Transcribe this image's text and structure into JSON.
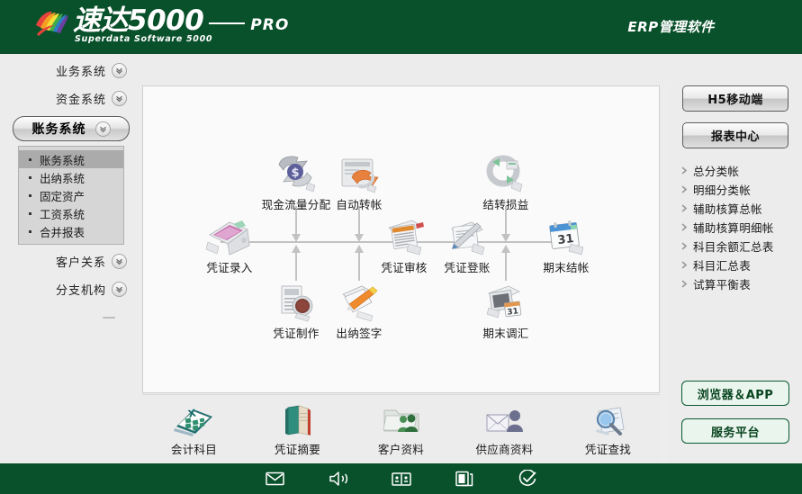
{
  "header": {
    "logo_main": "速达5000",
    "logo_sub": "Superdata Software 5000",
    "logo_pro": "PRO",
    "title": "ERP管理软件",
    "brand_green": "#09512b"
  },
  "sidebar": {
    "groups": [
      {
        "label": "业务系统",
        "active": false
      },
      {
        "label": "资金系统",
        "active": false
      },
      {
        "label": "账务系统",
        "active": true
      },
      {
        "label": "客户关系",
        "active": false
      },
      {
        "label": "分支机构",
        "active": false
      }
    ],
    "submenu": [
      {
        "label": "账务系统",
        "selected": true
      },
      {
        "label": "出纳系统",
        "selected": false
      },
      {
        "label": "固定资产",
        "selected": false
      },
      {
        "label": "工资系统",
        "selected": false
      },
      {
        "label": "合并报表",
        "selected": false
      }
    ]
  },
  "rightbar": {
    "buttons": [
      {
        "label": "H5移动端"
      },
      {
        "label": "报表中心"
      }
    ],
    "reports": [
      {
        "label": "总分类帐"
      },
      {
        "label": "明细分类帐"
      },
      {
        "label": "辅助核算总帐"
      },
      {
        "label": "辅助核算明细帐"
      },
      {
        "label": "科目余额汇总表"
      },
      {
        "label": "科目汇总表"
      },
      {
        "label": "试算平衡表"
      }
    ],
    "green_buttons": [
      {
        "label": "浏览器＆APP"
      },
      {
        "label": "服务平台"
      }
    ],
    "green_accent": "#0a5a2e"
  },
  "workflow": {
    "nodes": [
      {
        "id": "cashflow",
        "label": "现金流量分配",
        "icon": "cash-flow-icon"
      },
      {
        "id": "autotransfer",
        "label": "自动转帐",
        "icon": "auto-transfer-icon"
      },
      {
        "id": "profitloss",
        "label": "结转损益",
        "icon": "profit-loss-icon"
      },
      {
        "id": "voucherentry",
        "label": "凭证录入",
        "icon": "voucher-entry-icon"
      },
      {
        "id": "voucheraudit",
        "label": "凭证审核",
        "icon": "voucher-audit-icon"
      },
      {
        "id": "voucherpost",
        "label": "凭证登账",
        "icon": "voucher-post-icon"
      },
      {
        "id": "periodclose",
        "label": "期末结帐",
        "icon": "period-close-icon"
      },
      {
        "id": "vouchermake",
        "label": "凭证制作",
        "icon": "voucher-make-icon"
      },
      {
        "id": "cashiersign",
        "label": "出纳签字",
        "icon": "cashier-sign-icon"
      },
      {
        "id": "fxadjust",
        "label": "期末调汇",
        "icon": "fx-adjust-icon"
      }
    ]
  },
  "toolbar": {
    "tools": [
      {
        "label": "会计科目",
        "icon": "account-subject-icon"
      },
      {
        "label": "凭证摘要",
        "icon": "voucher-summary-icon"
      },
      {
        "label": "客户资料",
        "icon": "customer-data-icon"
      },
      {
        "label": "供应商资料",
        "icon": "supplier-data-icon"
      },
      {
        "label": "凭证查找",
        "icon": "voucher-search-icon"
      }
    ]
  },
  "statusbar": {
    "icons": [
      {
        "name": "mail-icon"
      },
      {
        "name": "speaker-icon"
      },
      {
        "name": "book-icon"
      },
      {
        "name": "copy-icon"
      },
      {
        "name": "check-circle-icon"
      }
    ]
  }
}
